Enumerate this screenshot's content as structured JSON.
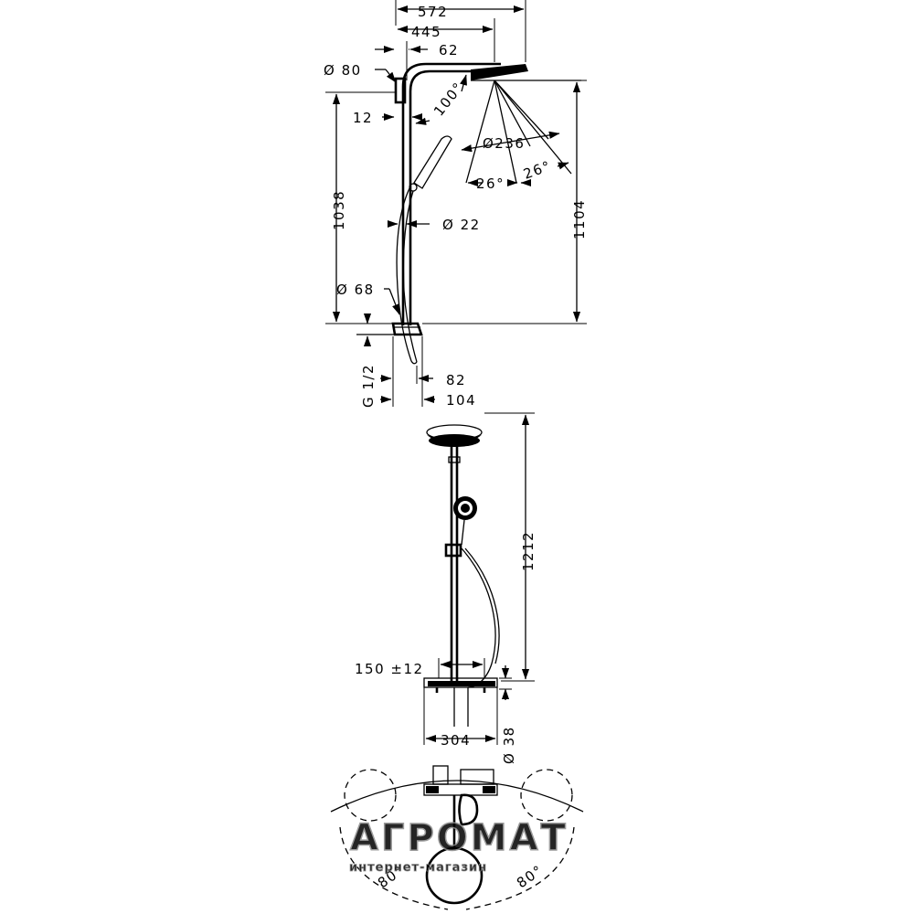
{
  "top_view_dims": {
    "width_572": "572",
    "width_445": "445",
    "width_62": "62",
    "dia_80": "Ø 80",
    "dim_12": "12",
    "angle_100": "100°",
    "dia_236": "Ø236",
    "angle_26_left": "26°",
    "angle_26_right": "26°",
    "height_1038": "1038",
    "height_1104": "1104",
    "dia_22": "Ø 22",
    "dia_68": "Ø 68",
    "thread": "G 1/2",
    "dim_82": "82",
    "dim_104": "104"
  },
  "front_view_dims": {
    "height_1212": "1212",
    "spacing": "150 ±12",
    "width_304": "304",
    "dia_38": "Ø 38"
  },
  "plan_view_dims": {
    "angle_left": "80°",
    "angle_right": "80°"
  },
  "watermark": {
    "brand": "АГРОМАТ",
    "tagline": "интернет-магазин"
  }
}
